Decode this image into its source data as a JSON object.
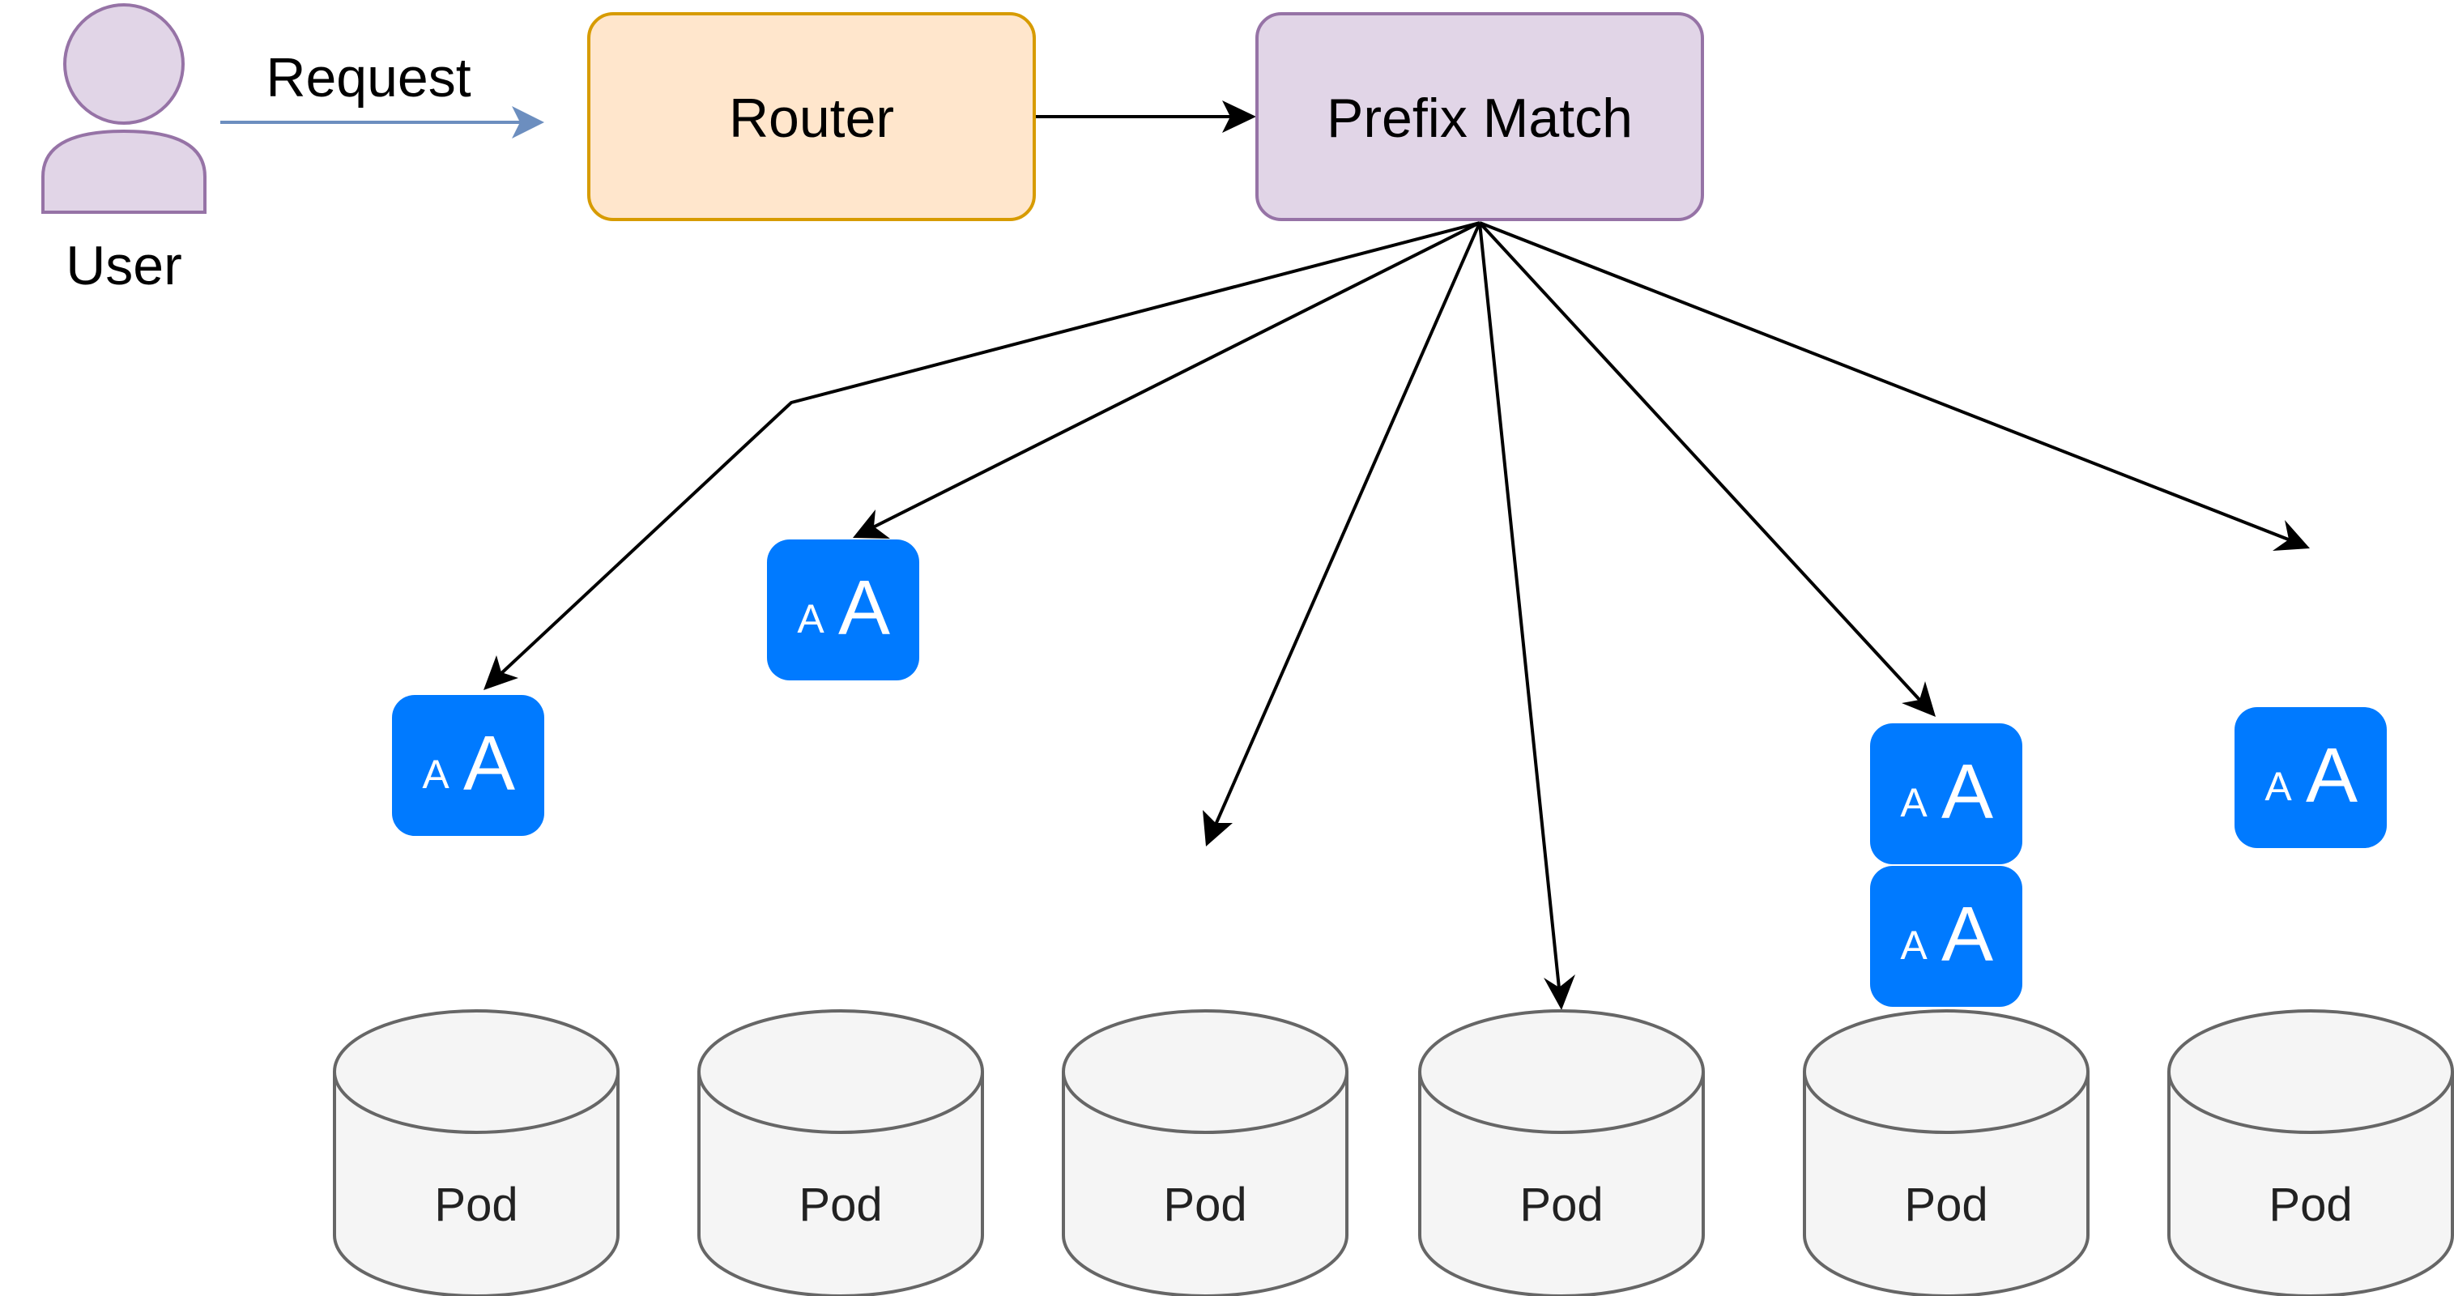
{
  "user": {
    "label": "User"
  },
  "request_edge": {
    "label": "Request"
  },
  "router": {
    "label": "Router"
  },
  "prefix_match": {
    "label": "Prefix Match"
  },
  "pods": [
    {
      "label": "Pod"
    },
    {
      "label": "Pod"
    },
    {
      "label": "Pod"
    },
    {
      "label": "Pod"
    },
    {
      "label": "Pod"
    },
    {
      "label": "Pod"
    }
  ],
  "cache_icon": {
    "small_glyph": "A",
    "large_glyph": "A",
    "icon": "text-size-icon"
  },
  "colors": {
    "user_fill": "#e1d5e7",
    "user_stroke": "#9673a6",
    "router_fill": "#ffe6cc",
    "router_stroke": "#d79b00",
    "prefix_fill": "#e1d5e7",
    "prefix_stroke": "#9673a6",
    "pod_fill": "#f5f5f5",
    "pod_stroke": "#666666",
    "icon_fill": "#007aff",
    "request_arrow": "#6c8ebf",
    "edge": "#000000"
  }
}
